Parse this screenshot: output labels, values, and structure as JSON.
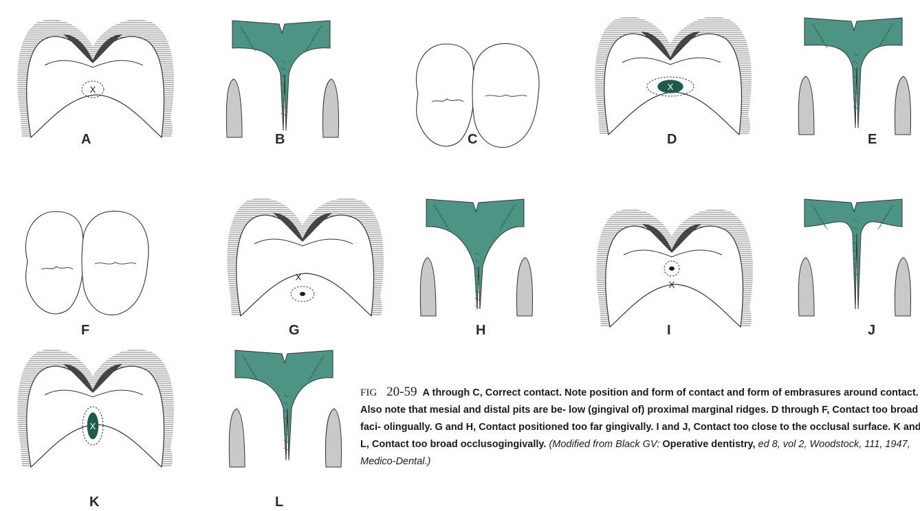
{
  "panels": [
    {
      "id": "A",
      "label": "A",
      "kind": "occlusal-contact",
      "contact": "correct"
    },
    {
      "id": "B",
      "label": "B",
      "kind": "embrasure",
      "contact": "correct"
    },
    {
      "id": "C",
      "label": "C",
      "kind": "crowns-outline",
      "contact": "correct"
    },
    {
      "id": "D",
      "label": "D",
      "kind": "occlusal-contact",
      "contact": "too broad faciolingually"
    },
    {
      "id": "E",
      "label": "E",
      "kind": "embrasure",
      "contact": "too broad faciolingually"
    },
    {
      "id": "F",
      "label": "F",
      "kind": "crowns-outline",
      "contact": "too broad faciolingually"
    },
    {
      "id": "G",
      "label": "G",
      "kind": "occlusal-contact",
      "contact": "too far gingivally"
    },
    {
      "id": "H",
      "label": "H",
      "kind": "embrasure",
      "contact": "too far gingivally"
    },
    {
      "id": "I",
      "label": "I",
      "kind": "occlusal-contact",
      "contact": "too close to occlusal surface"
    },
    {
      "id": "J",
      "label": "J",
      "kind": "embrasure",
      "contact": "too close to occlusal surface"
    },
    {
      "id": "K",
      "label": "K",
      "kind": "occlusal-contact",
      "contact": "too broad occlusogingivally"
    },
    {
      "id": "L",
      "label": "L",
      "kind": "embrasure",
      "contact": "too broad occlusogingivally"
    }
  ],
  "markers": {
    "x": "X"
  },
  "colors": {
    "teeth_fill": "#4e9484",
    "gingiva_fill": "#c9c9c9",
    "hatch": "#888888",
    "outline": "#333333"
  },
  "caption": {
    "fig_prefix": "FIG",
    "fig_number": "20-59",
    "body": "A through C, Correct contact. Note position and form of contact and form of embrasures around contact. Also note that mesial and distal pits are be- low (gingival of) proximal marginal ridges. D through F, Contact too broad faci- olingually. G and H, Contact positioned too far gingivally. I and J, Contact too close to the occlusal surface. K and L, Contact too broad occlusogingivally.",
    "source_prefix": "(Modified from Black GV:",
    "source_book": "Operative dentistry,",
    "source_suffix": "ed 8, vol 2, Woodstock, 111, 1947, Medico-Dental.)"
  }
}
